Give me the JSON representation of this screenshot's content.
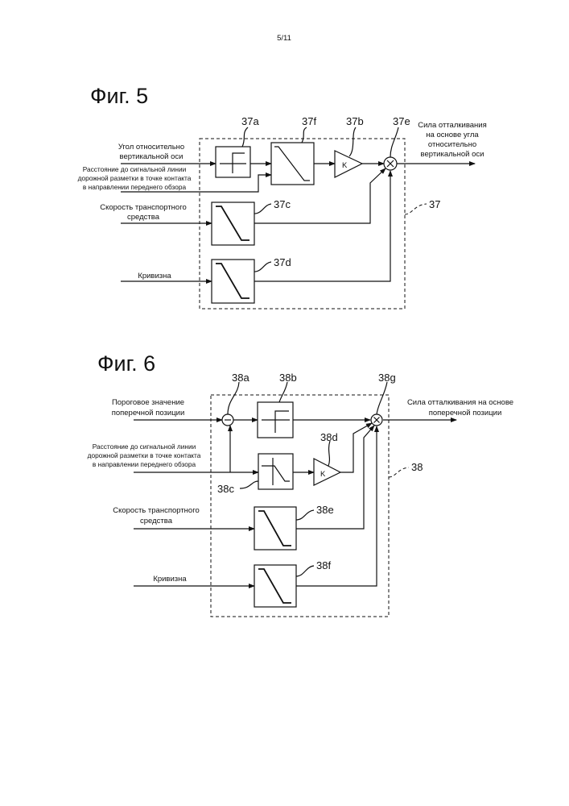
{
  "page_number": "5/11",
  "fig5": {
    "title": "Фиг. 5",
    "inputs": {
      "angle": [
        "Угол относительно",
        "вертикальной оси"
      ],
      "distance": [
        "Расстояние до сигнальной линии",
        "дорожной разметки в точке контакта",
        "в направлении переднего обзора"
      ],
      "speed": [
        "Скорость транспортного",
        "средства"
      ],
      "curvature": "Кривизна"
    },
    "output": [
      "Сила отталкивания",
      "на основе угла",
      "относительно",
      "вертикальной оси"
    ],
    "refs": {
      "a": "37a",
      "f": "37f",
      "b": "37b",
      "e": "37e",
      "c": "37c",
      "d": "37d",
      "unit": "37"
    },
    "gain_label": "K"
  },
  "fig6": {
    "title": "Фиг. 6",
    "inputs": {
      "threshold": [
        "Пороговое значение",
        "поперечной позиции"
      ],
      "distance": [
        "Расстояние до сигнальной линии",
        "дорожной разметки в точке контакта",
        "в направлении переднего обзора"
      ],
      "speed": [
        "Скорость транспортного",
        "средства"
      ],
      "curvature": "Кривизна"
    },
    "output": [
      "Сила отталкивания на основе",
      "поперечной позиции"
    ],
    "refs": {
      "a": "38a",
      "b": "38b",
      "g": "38g",
      "d": "38d",
      "c": "38c",
      "e": "38e",
      "f": "38f",
      "unit": "38"
    },
    "gain_label": "K"
  }
}
